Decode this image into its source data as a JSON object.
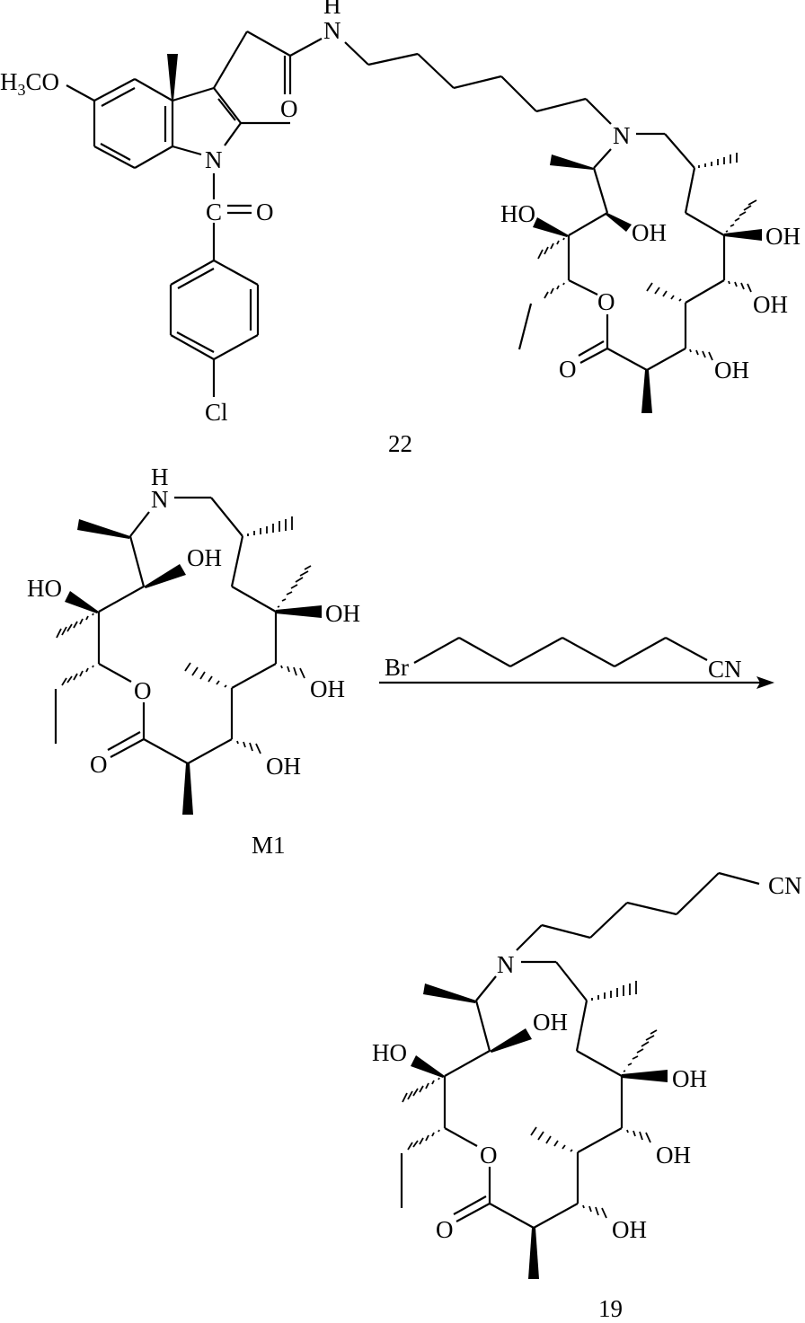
{
  "figure": {
    "type": "chemical reaction scheme",
    "background": "#ffffff",
    "ink": "#000000"
  },
  "compounds": [
    {
      "id": "22",
      "label": "22",
      "description": "Indomethacin-derived amide linked via hexyl chain to macrolide ring nitrogen",
      "atoms": {
        "methoxy": "H3CO",
        "methoxy_h": "H",
        "methoxy_sub": "3",
        "methoxy_rest": "CO",
        "indole_n": "N",
        "carbonyl_c": "C",
        "carbonyl_o": "O",
        "amide_o": "O",
        "amide_n": "N",
        "amide_h": "H",
        "chloro": "Cl",
        "ring_n": "N",
        "oh_1": "HO",
        "oh_2": "OH",
        "oh_3": "OH",
        "oh_4": "OH",
        "oh_5": "OH",
        "lactone_o": "O",
        "lactone_co": "O"
      }
    },
    {
      "id": "M1",
      "label": "M1",
      "description": "Macrolide ring with secondary amine (NH)",
      "atoms": {
        "n": "N",
        "h": "H",
        "oh_1": "HO",
        "oh_2": "OH",
        "oh_3": "OH",
        "oh_4": "OH",
        "oh_5": "OH",
        "lactone_o": "O",
        "lactone_co": "O"
      }
    },
    {
      "id": "19",
      "label": "19",
      "description": "N-(5-cyanopentyl) macrolide product",
      "atoms": {
        "n": "N",
        "cn": "CN",
        "oh_1": "HO",
        "oh_2": "OH",
        "oh_3": "OH",
        "oh_4": "OH",
        "oh_5": "OH",
        "lactone_o": "O",
        "lactone_co": "O"
      }
    }
  ],
  "reagent": {
    "left_atom": "Br",
    "right_atom": "CN",
    "description": "6-bromohexanenitrile drawn above reaction arrow"
  },
  "arrow": {
    "direction": "right"
  }
}
